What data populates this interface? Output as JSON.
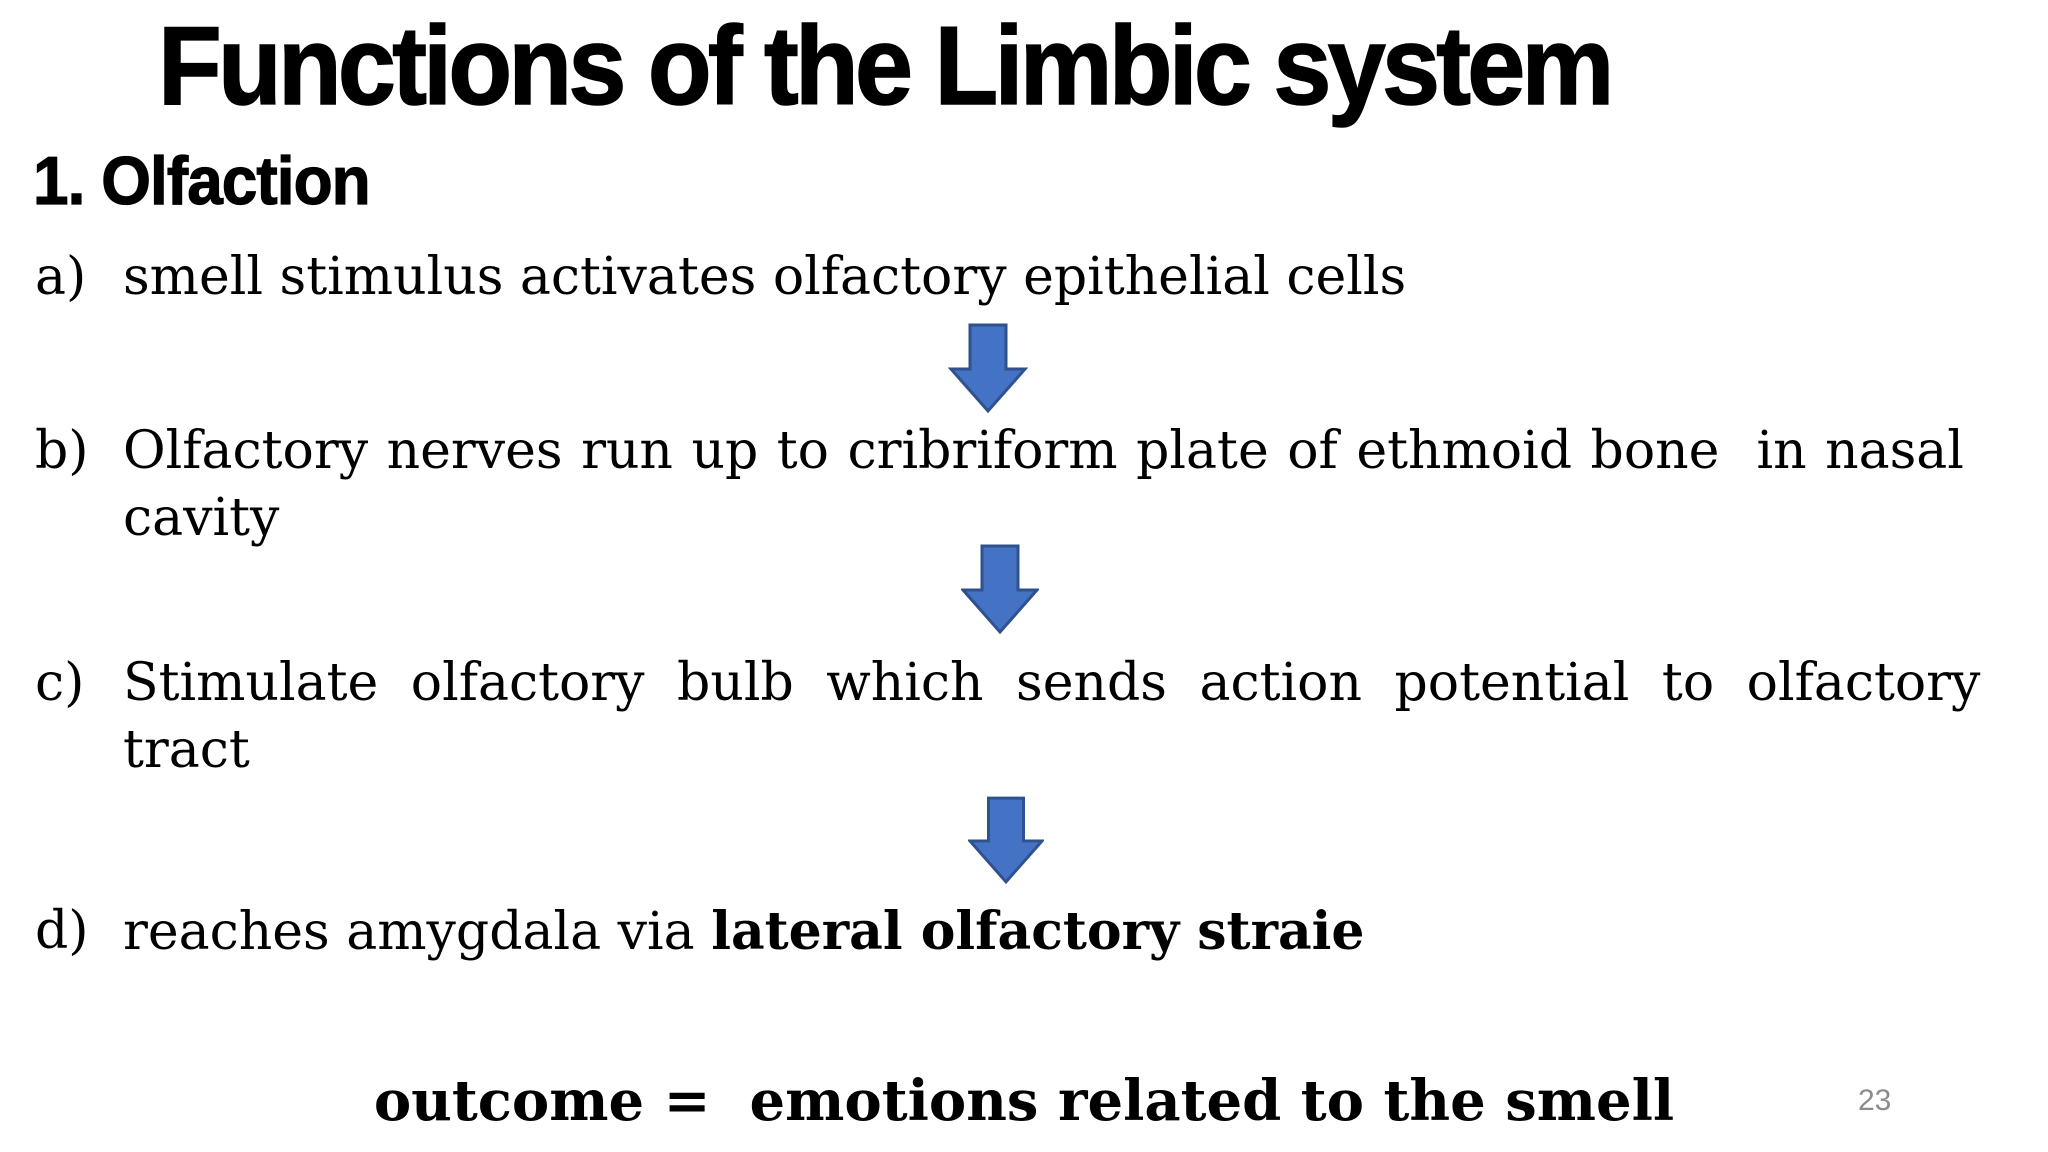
{
  "slide": {
    "title": "Functions of the Limbic system",
    "section_heading": "1. Olfaction",
    "items": [
      {
        "label": "a)",
        "text": "smell stimulus activates olfactory epithelial cells"
      },
      {
        "label": "b)",
        "text": "Olfactory nerves run up to cribriform plate of ethmoid bone  in nasal\ncavity"
      },
      {
        "label": "c)",
        "text": "Stimulate olfactory bulb which sends action potential to olfactory\ntract"
      },
      {
        "label": "d)",
        "text_regular": "reaches amygdala via ",
        "text_bold": "lateral olfactory straie"
      }
    ],
    "outcome": "outcome =  emotions related to the smell",
    "page_number": "23",
    "colors": {
      "background": "#ffffff",
      "text": "#000000",
      "arrow_fill": "#4472C4",
      "arrow_stroke": "#2F528F",
      "page_number_gray": "#8c8c8c"
    }
  }
}
